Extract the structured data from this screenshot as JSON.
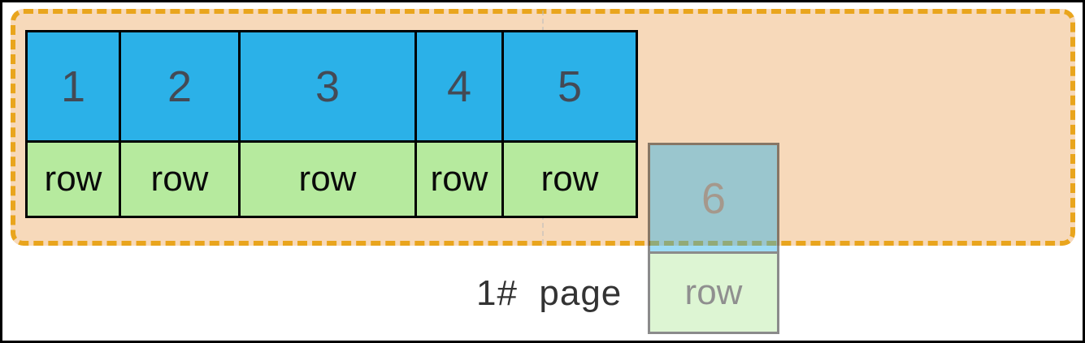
{
  "diagram": {
    "page_label": "1#  page",
    "columns": [
      {
        "number": "1",
        "label": "row"
      },
      {
        "number": "2",
        "label": "row"
      },
      {
        "number": "3",
        "label": "row"
      },
      {
        "number": "4",
        "label": "row"
      },
      {
        "number": "5",
        "label": "row"
      }
    ],
    "overflow_column": {
      "number": "6",
      "label": "row"
    },
    "colors": {
      "header_blue": "#2bb1e8",
      "row_green": "#b6ea9e",
      "page_fill": "#f7d9ba",
      "page_dashed_border": "#e9a51d",
      "cell_border": "#000000",
      "number_text": "#444a55",
      "row_text": "#0a0a0a",
      "label_text": "#333333"
    }
  }
}
